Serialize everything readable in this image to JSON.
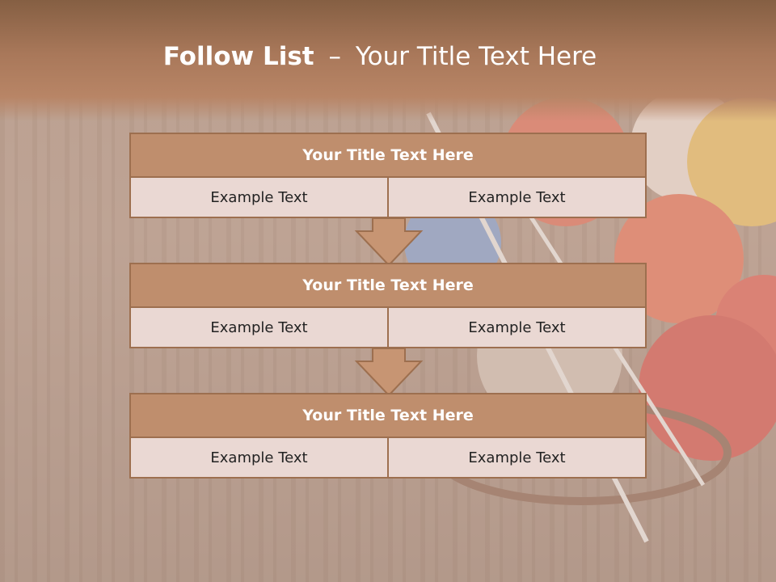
{
  "slide": {
    "title_bold": "Follow List",
    "title_separator": "–",
    "title_rest": "Your Title Text Here"
  },
  "blocks": [
    {
      "title": "Your Title Text Here",
      "left": "Example Text",
      "right": "Example Text"
    },
    {
      "title": "Your Title Text Here",
      "left": "Example Text",
      "right": "Example Text"
    },
    {
      "title": "Your Title Text Here",
      "left": "Example Text",
      "right": "Example Text"
    }
  ],
  "colors": {
    "header": "#a9785a",
    "block_title_fill": "#bf8e6d",
    "block_border": "#9d6f4f",
    "cell_fill": "#ead8d3"
  }
}
